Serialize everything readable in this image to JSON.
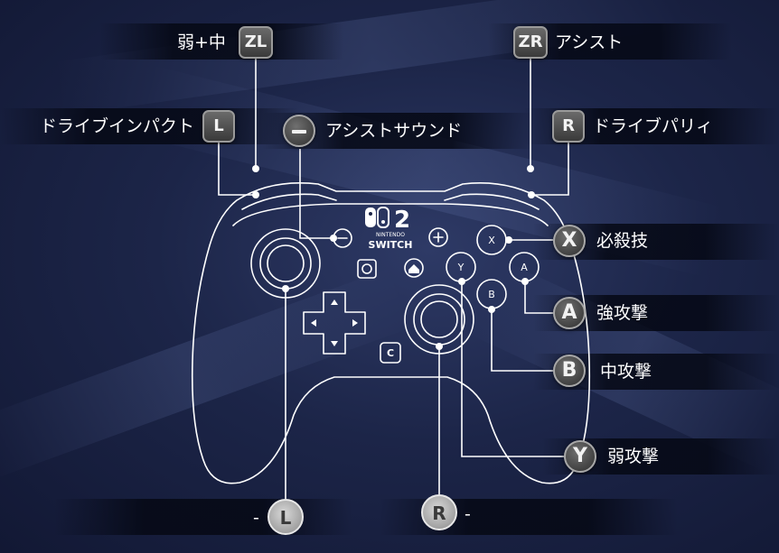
{
  "buttons": {
    "zl": {
      "glyph": "ZL",
      "label": "弱+中"
    },
    "zr": {
      "glyph": "ZR",
      "label": "アシスト"
    },
    "l": {
      "glyph": "L",
      "label": "ドライブインパクト"
    },
    "r": {
      "glyph": "R",
      "label": "ドライブパリィ"
    },
    "minus": {
      "label": "アシストサウンド"
    },
    "x": {
      "glyph": "X",
      "label": "必殺技"
    },
    "a": {
      "glyph": "A",
      "label": "強攻撃"
    },
    "b": {
      "glyph": "B",
      "label": "中攻撃"
    },
    "y": {
      "glyph": "Y",
      "label": "弱攻撃"
    },
    "lstick": {
      "glyph": "L",
      "label": "-"
    },
    "rstick": {
      "glyph": "R",
      "label": "-"
    }
  },
  "controller": {
    "logo_number": "2",
    "logo_line1": "NINTENDO",
    "logo_line2": "SWITCH",
    "face_x": "X",
    "face_y": "Y",
    "face_a": "A",
    "face_b": "B",
    "capture_c": "C"
  },
  "colors": {
    "line": "#ffffff",
    "background": "#1c2548"
  }
}
